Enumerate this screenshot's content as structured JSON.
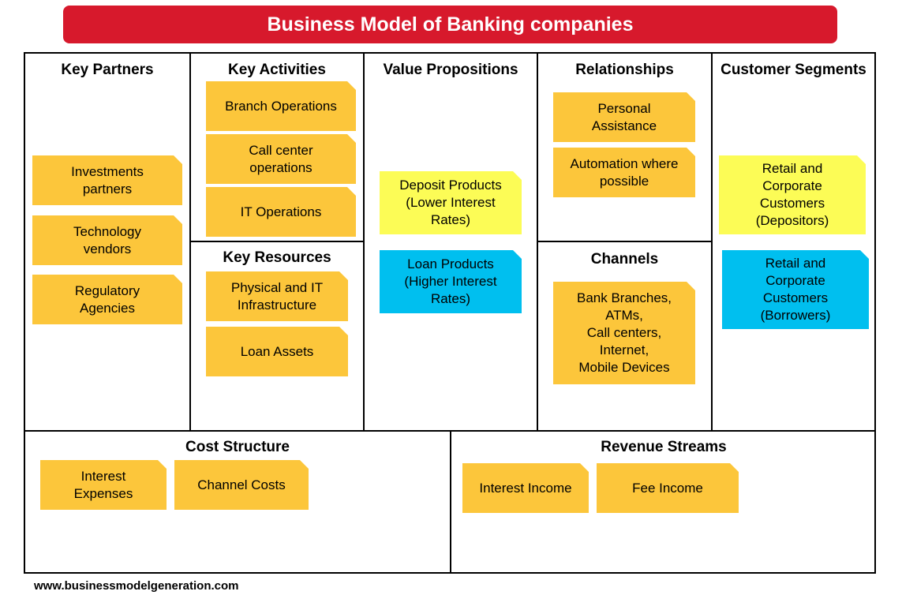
{
  "title": "Business Model of Banking companies",
  "sections": {
    "key_partners": {
      "title": "Key Partners",
      "notes": [
        "Investments\npartners",
        "Technology\nvendors",
        "Regulatory\nAgencies"
      ]
    },
    "key_activities": {
      "title": "Key Activities",
      "notes": [
        "Branch Operations",
        "Call center\noperations",
        "IT Operations"
      ]
    },
    "key_resources": {
      "title": "Key Resources",
      "notes": [
        "Physical and IT\nInfrastructure",
        "Loan Assets"
      ]
    },
    "value_propositions": {
      "title": "Value Propositions",
      "notes": [
        "Deposit Products\n(Lower Interest\nRates)",
        "Loan Products\n(Higher Interest\nRates)"
      ]
    },
    "relationships": {
      "title": "Relationships",
      "notes": [
        "Personal\nAssistance",
        "Automation where\npossible"
      ]
    },
    "channels": {
      "title": "Channels",
      "notes": [
        "Bank Branches,\nATMs,\nCall centers,\nInternet,\nMobile Devices"
      ]
    },
    "customer_segments": {
      "title": "Customer Segments",
      "notes": [
        "Retail and\nCorporate\nCustomers\n(Depositors)",
        "Retail and\nCorporate\nCustomers\n(Borrowers)"
      ]
    },
    "cost_structure": {
      "title": "Cost Structure",
      "notes": [
        "Interest\nExpenses",
        "Channel Costs"
      ]
    },
    "revenue_streams": {
      "title": "Revenue Streams",
      "notes": [
        "Interest Income",
        "Fee Income"
      ]
    }
  },
  "colors": {
    "banner": "#d7192c",
    "orange_note": "#fcc63b",
    "yellow_note": "#fcfc56",
    "blue_note": "#00bfef"
  },
  "footer": "www.businessmodelgeneration.com"
}
